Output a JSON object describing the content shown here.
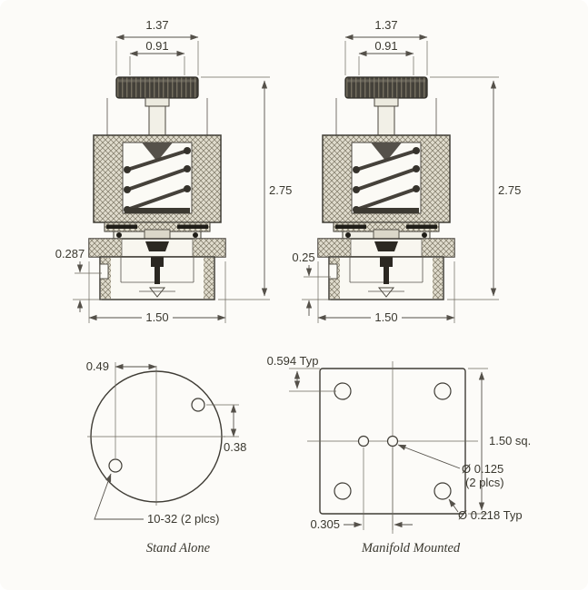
{
  "page": {
    "background": "#fcfbf8",
    "line_color": "#3f3c35",
    "text_color": "#3a382f"
  },
  "sections": {
    "stand_alone": {
      "knob_width": "1.37",
      "knob_flat_width": "0.91",
      "overall_height": "2.75",
      "port_height": "0.287",
      "base_width": "1.50"
    },
    "manifold": {
      "knob_width": "1.37",
      "knob_flat_width": "0.91",
      "overall_height": "2.75",
      "port_height": "0.25",
      "base_width": "1.50"
    }
  },
  "bottom_views": {
    "stand_alone": {
      "label": "Stand Alone",
      "hole_offset_x": "0.49",
      "hole_offset_y": "0.38",
      "thread_callout": "10-32 (2 plcs)"
    },
    "manifold": {
      "label": "Manifold Mounted",
      "edge_to_hole": "0.594 Typ",
      "square_size": "1.50 sq.",
      "port_hole_dia": "Ø 0.125",
      "port_hole_qty": "(2 plcs)",
      "mount_hole_dia": "Ø 0.218 Typ",
      "port_spacing": "0.305"
    }
  }
}
